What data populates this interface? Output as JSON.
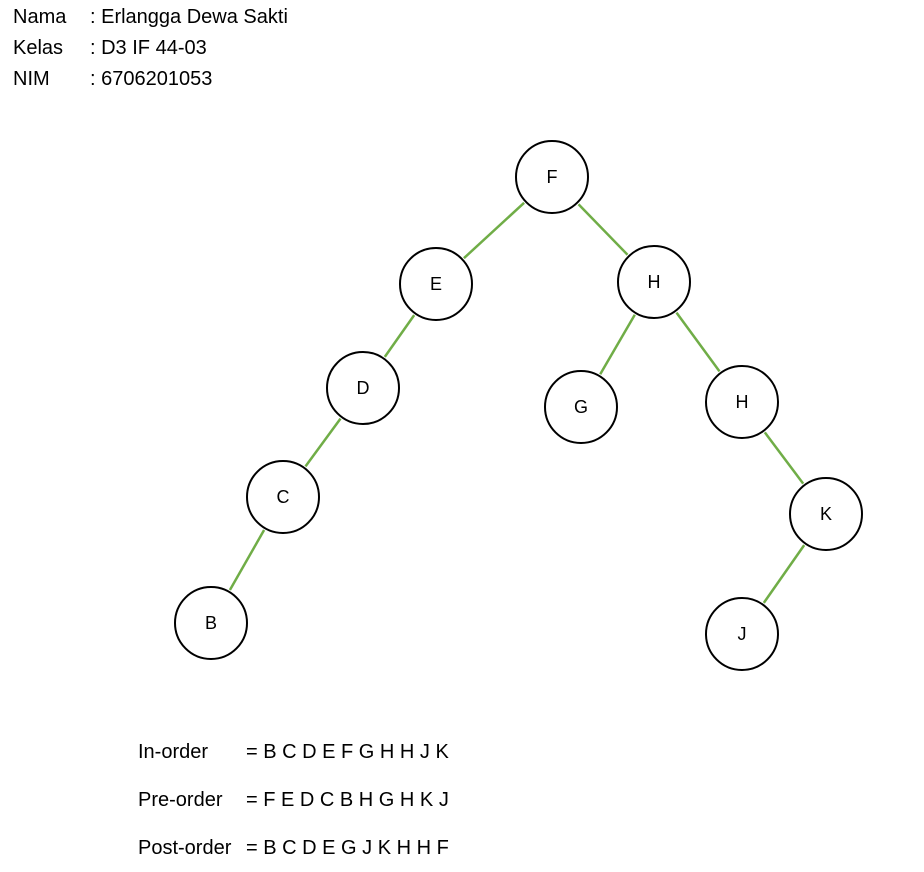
{
  "info": [
    {
      "label": "Nama",
      "value": ": Erlangga Dewa Sakti"
    },
    {
      "label": "Kelas",
      "value": ": D3 IF 44-03"
    },
    {
      "label": "NIM",
      "value": ": 6706201053"
    }
  ],
  "tree": {
    "edge_color": "#70ad47",
    "node_stroke": "#000000",
    "nodes": [
      {
        "id": "n1",
        "label": "F"
      },
      {
        "id": "n2",
        "label": "E"
      },
      {
        "id": "n3",
        "label": "H"
      },
      {
        "id": "n4",
        "label": "D"
      },
      {
        "id": "n5",
        "label": "G"
      },
      {
        "id": "n6",
        "label": "H"
      },
      {
        "id": "n7",
        "label": "C"
      },
      {
        "id": "n8",
        "label": "K"
      },
      {
        "id": "n9",
        "label": "B"
      },
      {
        "id": "n10",
        "label": "J"
      }
    ],
    "edges": [
      {
        "from": "n1",
        "to": "n2"
      },
      {
        "from": "n1",
        "to": "n3"
      },
      {
        "from": "n2",
        "to": "n4"
      },
      {
        "from": "n4",
        "to": "n7"
      },
      {
        "from": "n7",
        "to": "n9"
      },
      {
        "from": "n3",
        "to": "n5"
      },
      {
        "from": "n3",
        "to": "n6"
      },
      {
        "from": "n6",
        "to": "n8"
      },
      {
        "from": "n8",
        "to": "n10"
      }
    ]
  },
  "traversals": [
    {
      "label": "In-order",
      "value": "= B C D E F G H H J K"
    },
    {
      "label": "Pre-order",
      "value": "= F E D C B H G H K J"
    },
    {
      "label": "Post-order",
      "value": "= B C D E G J K H H F"
    }
  ]
}
